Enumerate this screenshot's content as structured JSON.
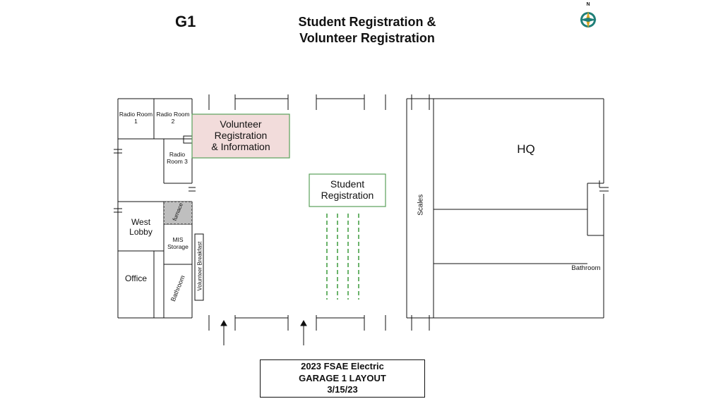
{
  "header": {
    "garage_code": "G1",
    "title": "Student Registration &\nVolunteer Registration"
  },
  "compass": {
    "icon": "compass-rose-icon",
    "north_label": "N"
  },
  "rooms": {
    "radio_room_1": "Radio Room\n1",
    "radio_room_2": "Radio Room\n2",
    "radio_room_3": "Radio\nRoom 3",
    "west_lobby": "West\nLobby",
    "office": "Office",
    "furnace": "furnace",
    "mis_storage": "MIS\nStorage",
    "bathroom_west": "Bathroom",
    "volunteer_breakfast": "Volunteer Breakfast",
    "scales": "Scales",
    "hq": "HQ",
    "bathroom_east": "Bathroom"
  },
  "areas": {
    "volunteer_registration": "Volunteer\nRegistration\n& Information",
    "student_registration": "Student\nRegistration"
  },
  "footer": {
    "line1": "2023 FSAE Electric",
    "line2": "GARAGE 1 LAYOUT",
    "line3": "3/15/23"
  },
  "colors": {
    "volunteer_fill": "#f2dcdb",
    "area_border": "#5aa05a",
    "queue_line": "#3a9a3a",
    "furnace_fill": "#bfbfbf",
    "compass_teal": "#1f7f78",
    "compass_gold": "#d9a623"
  }
}
